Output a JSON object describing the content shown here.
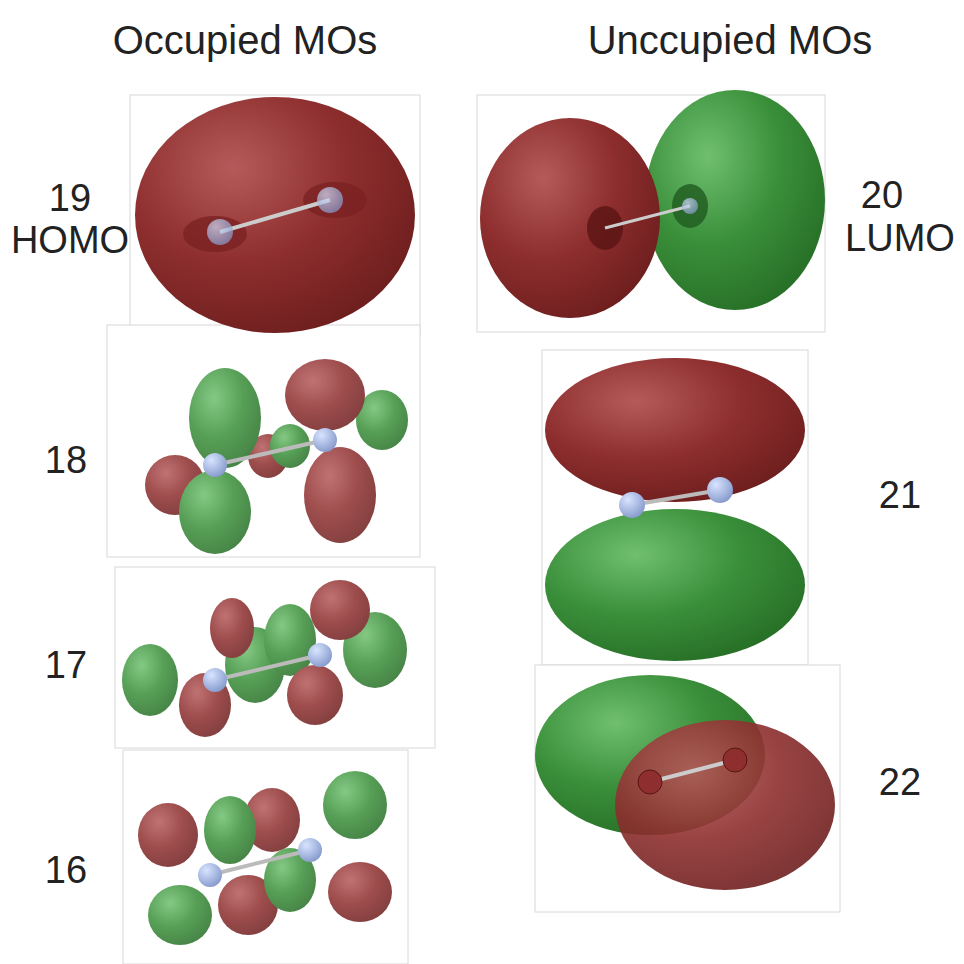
{
  "diagram": {
    "labels": [
      "Occupied MOs",
      "Unccupied MOs",
      "19",
      "HOMO",
      "20",
      "LUMO",
      "18",
      "21",
      "17",
      "22",
      "16"
    ]
  }
}
